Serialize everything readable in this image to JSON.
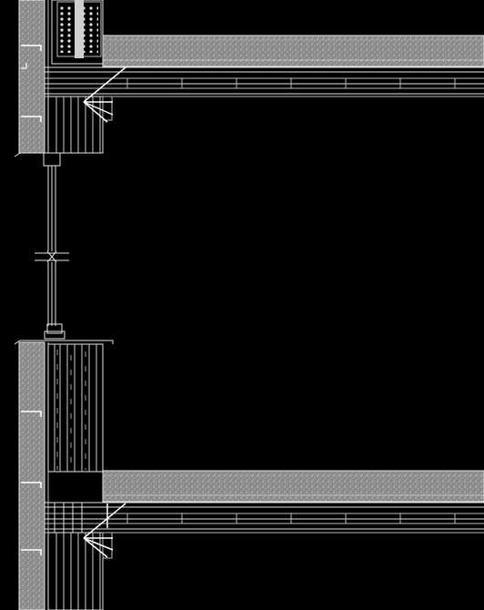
{
  "drawing": {
    "kind": "CAD section detail",
    "background": "#000000",
    "line_colors": {
      "primary": "#e6e6e6",
      "secondary": "#bdbdbd",
      "fill": "#7a7a7a",
      "highlight": "#ffffff"
    },
    "elements": [
      "wall-column",
      "upper-floor-slab",
      "lower-floor-slab",
      "window-mullion",
      "upper-beam-block",
      "lower-beam-block",
      "anchor-callouts"
    ],
    "text_labels": []
  }
}
